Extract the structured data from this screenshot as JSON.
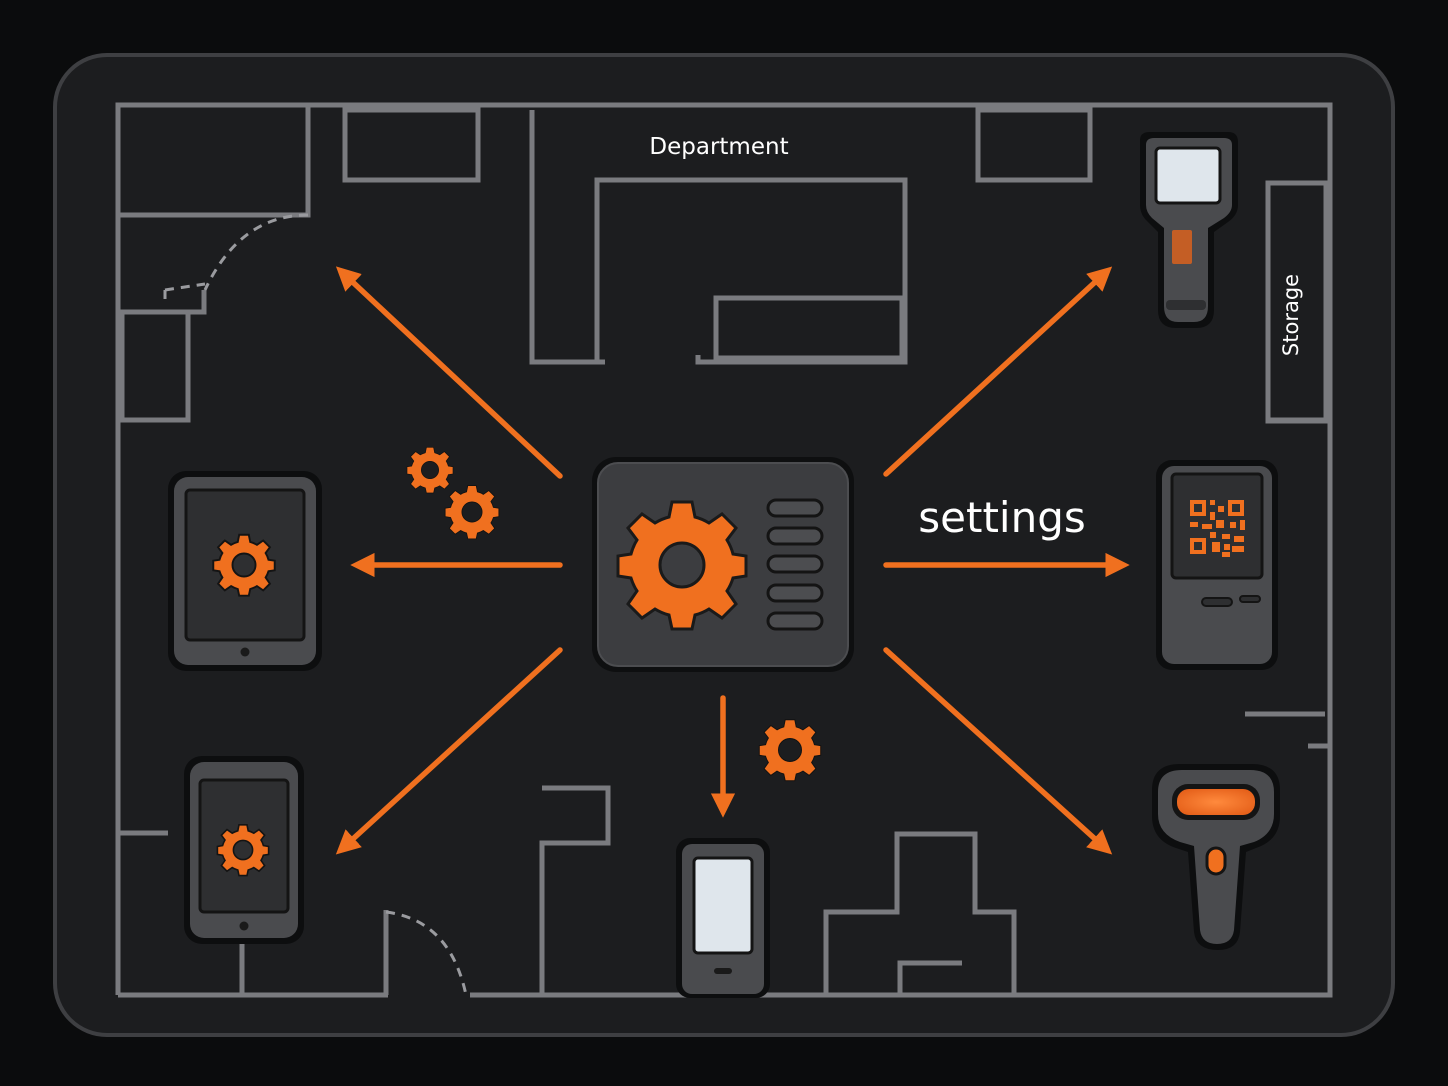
{
  "labels": {
    "department": "Department",
    "storage": "Storage",
    "settings": "settings"
  },
  "colors": {
    "background": "#0b0c0d",
    "panel": "#1c1d1f",
    "panel_border": "#3e3f42",
    "wall": "#7a7b7f",
    "arrow": "#f0701f",
    "gear": "#f0701f",
    "device_body": "#4a4b4e",
    "device_screen": "#2e2f31",
    "light_screen": "#dfe6ec",
    "text": "#ffffff"
  },
  "icons": {
    "hub": "settings-hub-gear-icon",
    "tablet_left": "tablet-gear-icon",
    "phone_left": "phone-gear-icon",
    "phone_bottom": "smartphone-icon",
    "handheld_terminal": "handheld-terminal-icon",
    "kiosk": "qr-kiosk-icon",
    "barcode_scanner": "barcode-scanner-icon",
    "floating_gears": "gears-icon"
  }
}
